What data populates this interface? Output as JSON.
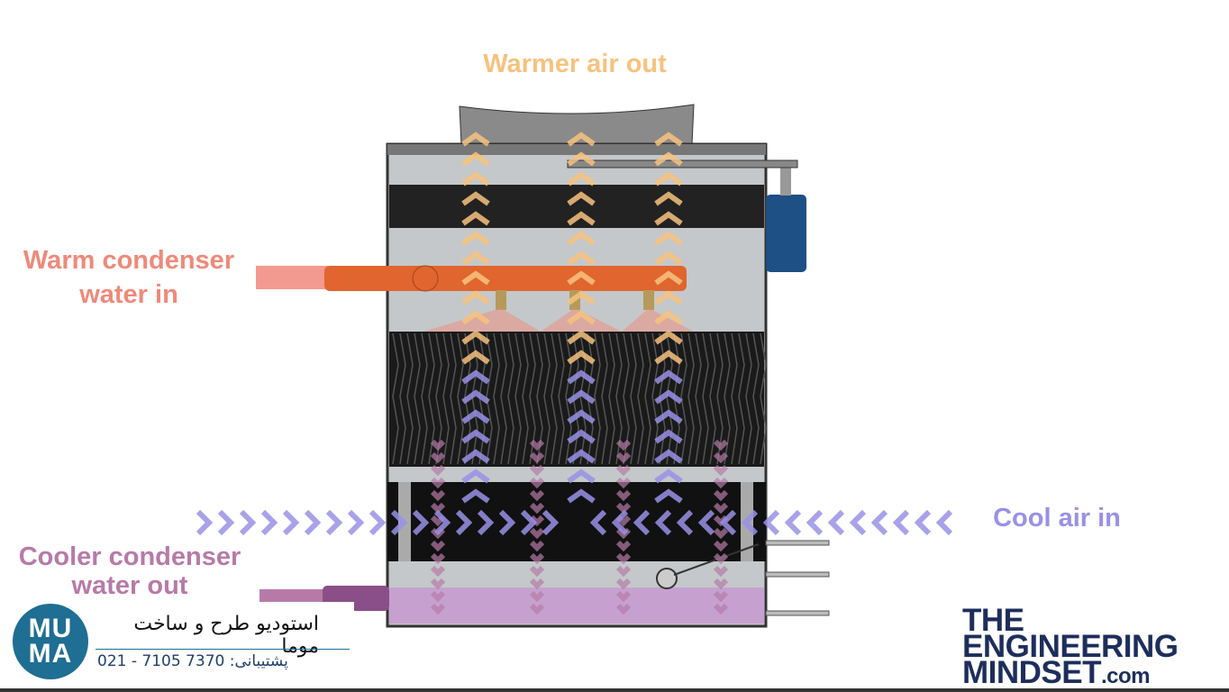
{
  "labels": {
    "warmer_air_out": "Warmer air out",
    "warm_water_in_line1": "Warm condenser",
    "warm_water_in_line2": "water in",
    "cool_air_in": "Cool air in",
    "cooler_water_out_line1": "Cooler condenser",
    "cooler_water_out_line2": "water out"
  },
  "overlay": {
    "logo_line1": "MU",
    "logo_line2": "MA",
    "studio_name": "استودیو طرح و ساخت موما",
    "support_label": "پشتیبانی:",
    "support_phone": "021 - 7105 7370"
  },
  "brand": {
    "line1": "THE",
    "line2": "ENGINEERING",
    "line3": "MINDSET",
    "suffix": ".com"
  },
  "colors": {
    "warm_air": "#f7c27e",
    "warm_water": "#ef8a7a",
    "cool_air": "#9a90e6",
    "cool_water": "#b77aa8",
    "brand": "#1e2e5c",
    "muma": "#1f6e93"
  }
}
